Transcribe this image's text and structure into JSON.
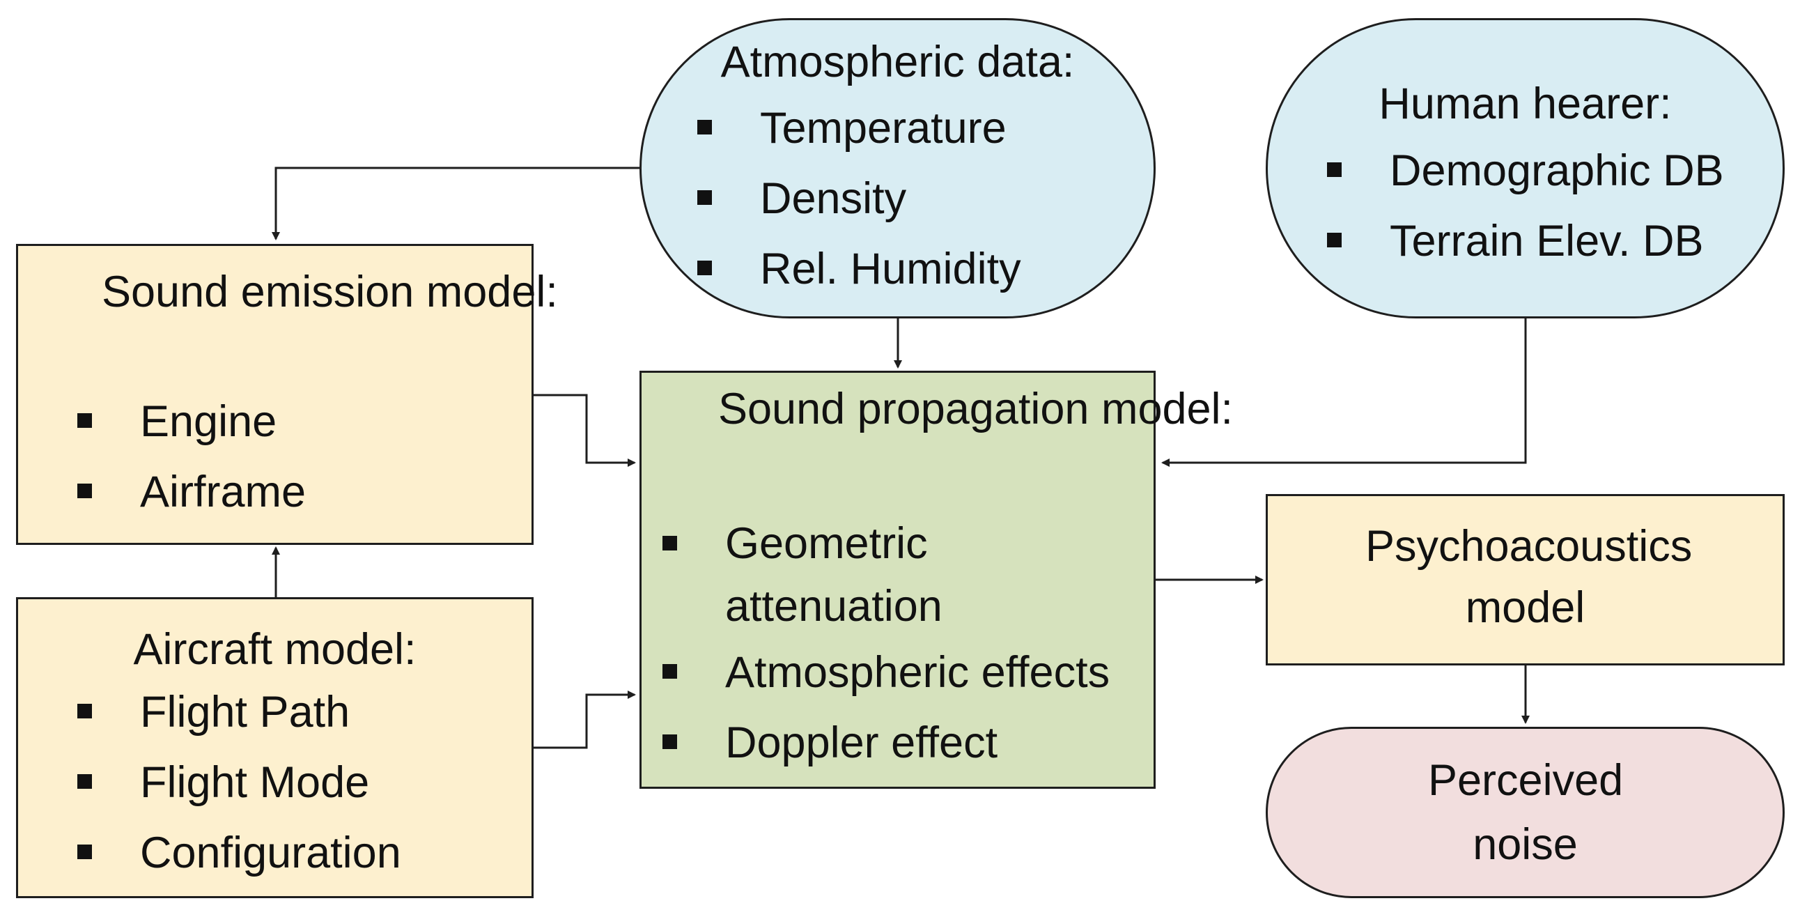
{
  "diagram": {
    "sound_emission": {
      "title": "Sound emission model:",
      "items": [
        "Engine",
        "Airframe"
      ]
    },
    "aircraft": {
      "title": "Aircraft model:",
      "items": [
        "Flight Path",
        "Flight Mode",
        "Configuration"
      ]
    },
    "atmospheric": {
      "title": "Atmospheric data:",
      "items": [
        "Temperature",
        "Density",
        "Rel. Humidity"
      ]
    },
    "propagation": {
      "title": "Sound propagation model:",
      "items": [
        "Geometric attenuation",
        "Atmospheric effects",
        "Doppler effect"
      ]
    },
    "hearer": {
      "title": "Human hearer:",
      "items": [
        "Demographic DB",
        "Terrain Elev. DB"
      ]
    },
    "psychoacoustics": {
      "title": "Psychoacoustics model"
    },
    "perceived": {
      "title": "Perceived noise"
    },
    "colors": {
      "process_fill": "#fdf0cf",
      "input_fill": "#d9edf3",
      "propagation_fill": "#d6e2bd",
      "output_fill": "#f2dede",
      "stroke": "#1e1e1e"
    }
  }
}
